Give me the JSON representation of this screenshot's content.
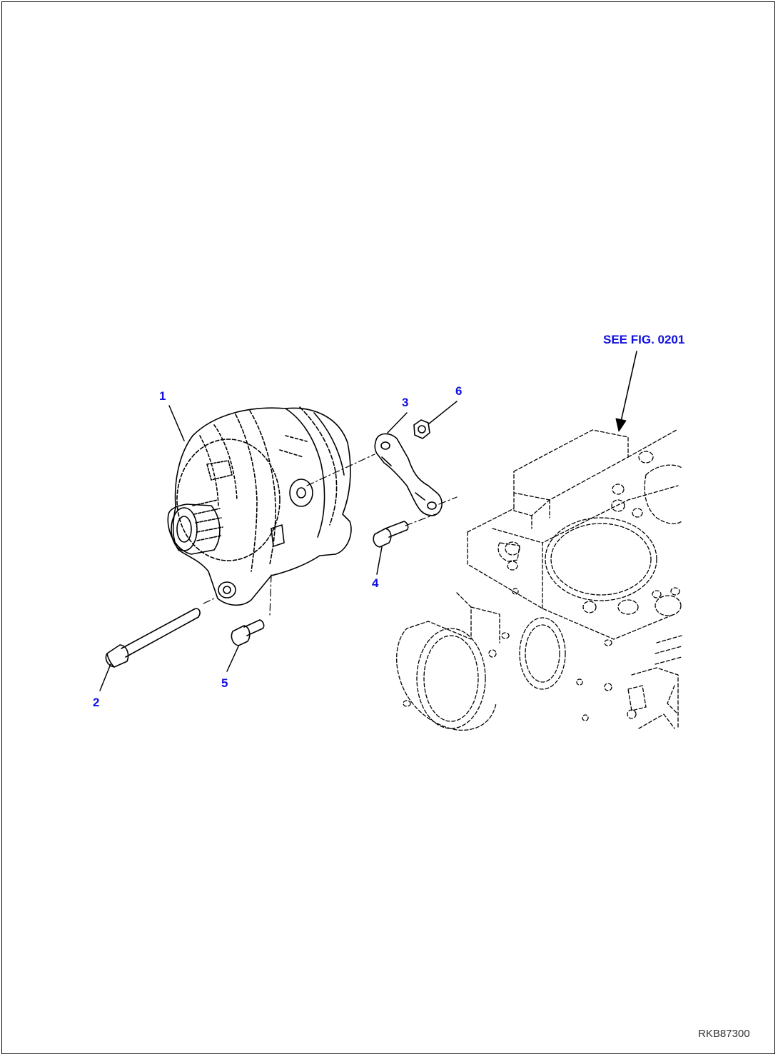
{
  "diagram": {
    "reference_label": "SEE FIG. 0201",
    "drawing_number": "RKB87300",
    "callouts": [
      {
        "id": "1",
        "label": "1"
      },
      {
        "id": "2",
        "label": "2"
      },
      {
        "id": "3",
        "label": "3"
      },
      {
        "id": "4",
        "label": "4"
      },
      {
        "id": "5",
        "label": "5"
      },
      {
        "id": "6",
        "label": "6"
      }
    ],
    "colors": {
      "callout": "#1010e0",
      "line": "#000000",
      "border": "#000000"
    }
  }
}
